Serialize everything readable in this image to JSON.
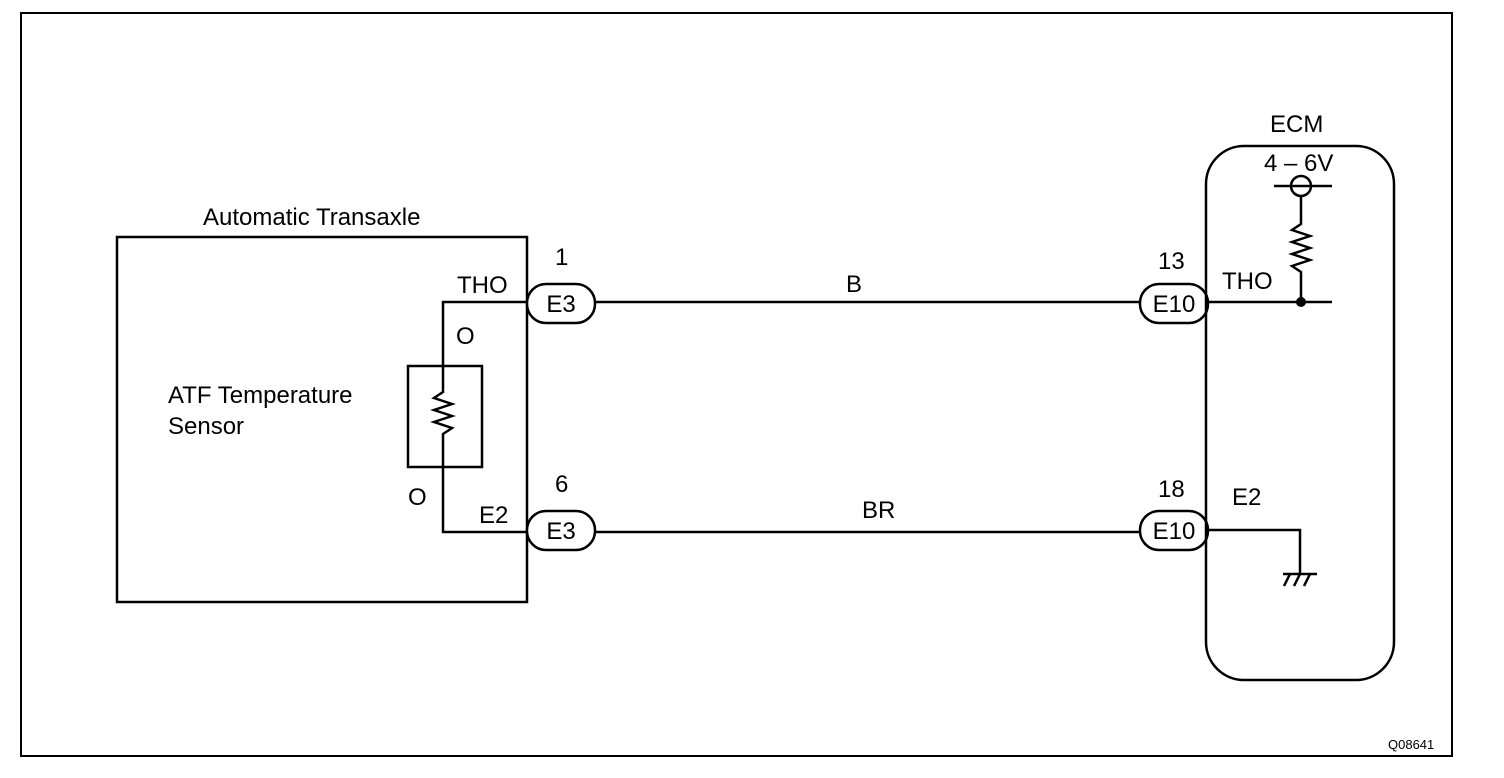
{
  "transaxle": {
    "title": "Automatic Transaxle",
    "sensor_label_line1": "ATF Temperature",
    "sensor_label_line2": "Sensor",
    "pin_top_label": "THO",
    "pin_bottom_label": "E2",
    "terminal_top_mark": "O",
    "terminal_bottom_mark": "O"
  },
  "connector_top_left": {
    "pin": "1",
    "name": "E3"
  },
  "connector_bottom_left": {
    "pin": "6",
    "name": "E3"
  },
  "connector_top_right": {
    "pin": "13",
    "name": "E10"
  },
  "connector_bottom_right": {
    "pin": "18",
    "name": "E10"
  },
  "wires": {
    "top_color": "B",
    "bottom_color": "BR"
  },
  "ecm": {
    "title": "ECM",
    "voltage": "4 – 6V",
    "pin_top_label": "THO",
    "pin_bottom_label": "E2"
  },
  "figure_code": "Q08641"
}
